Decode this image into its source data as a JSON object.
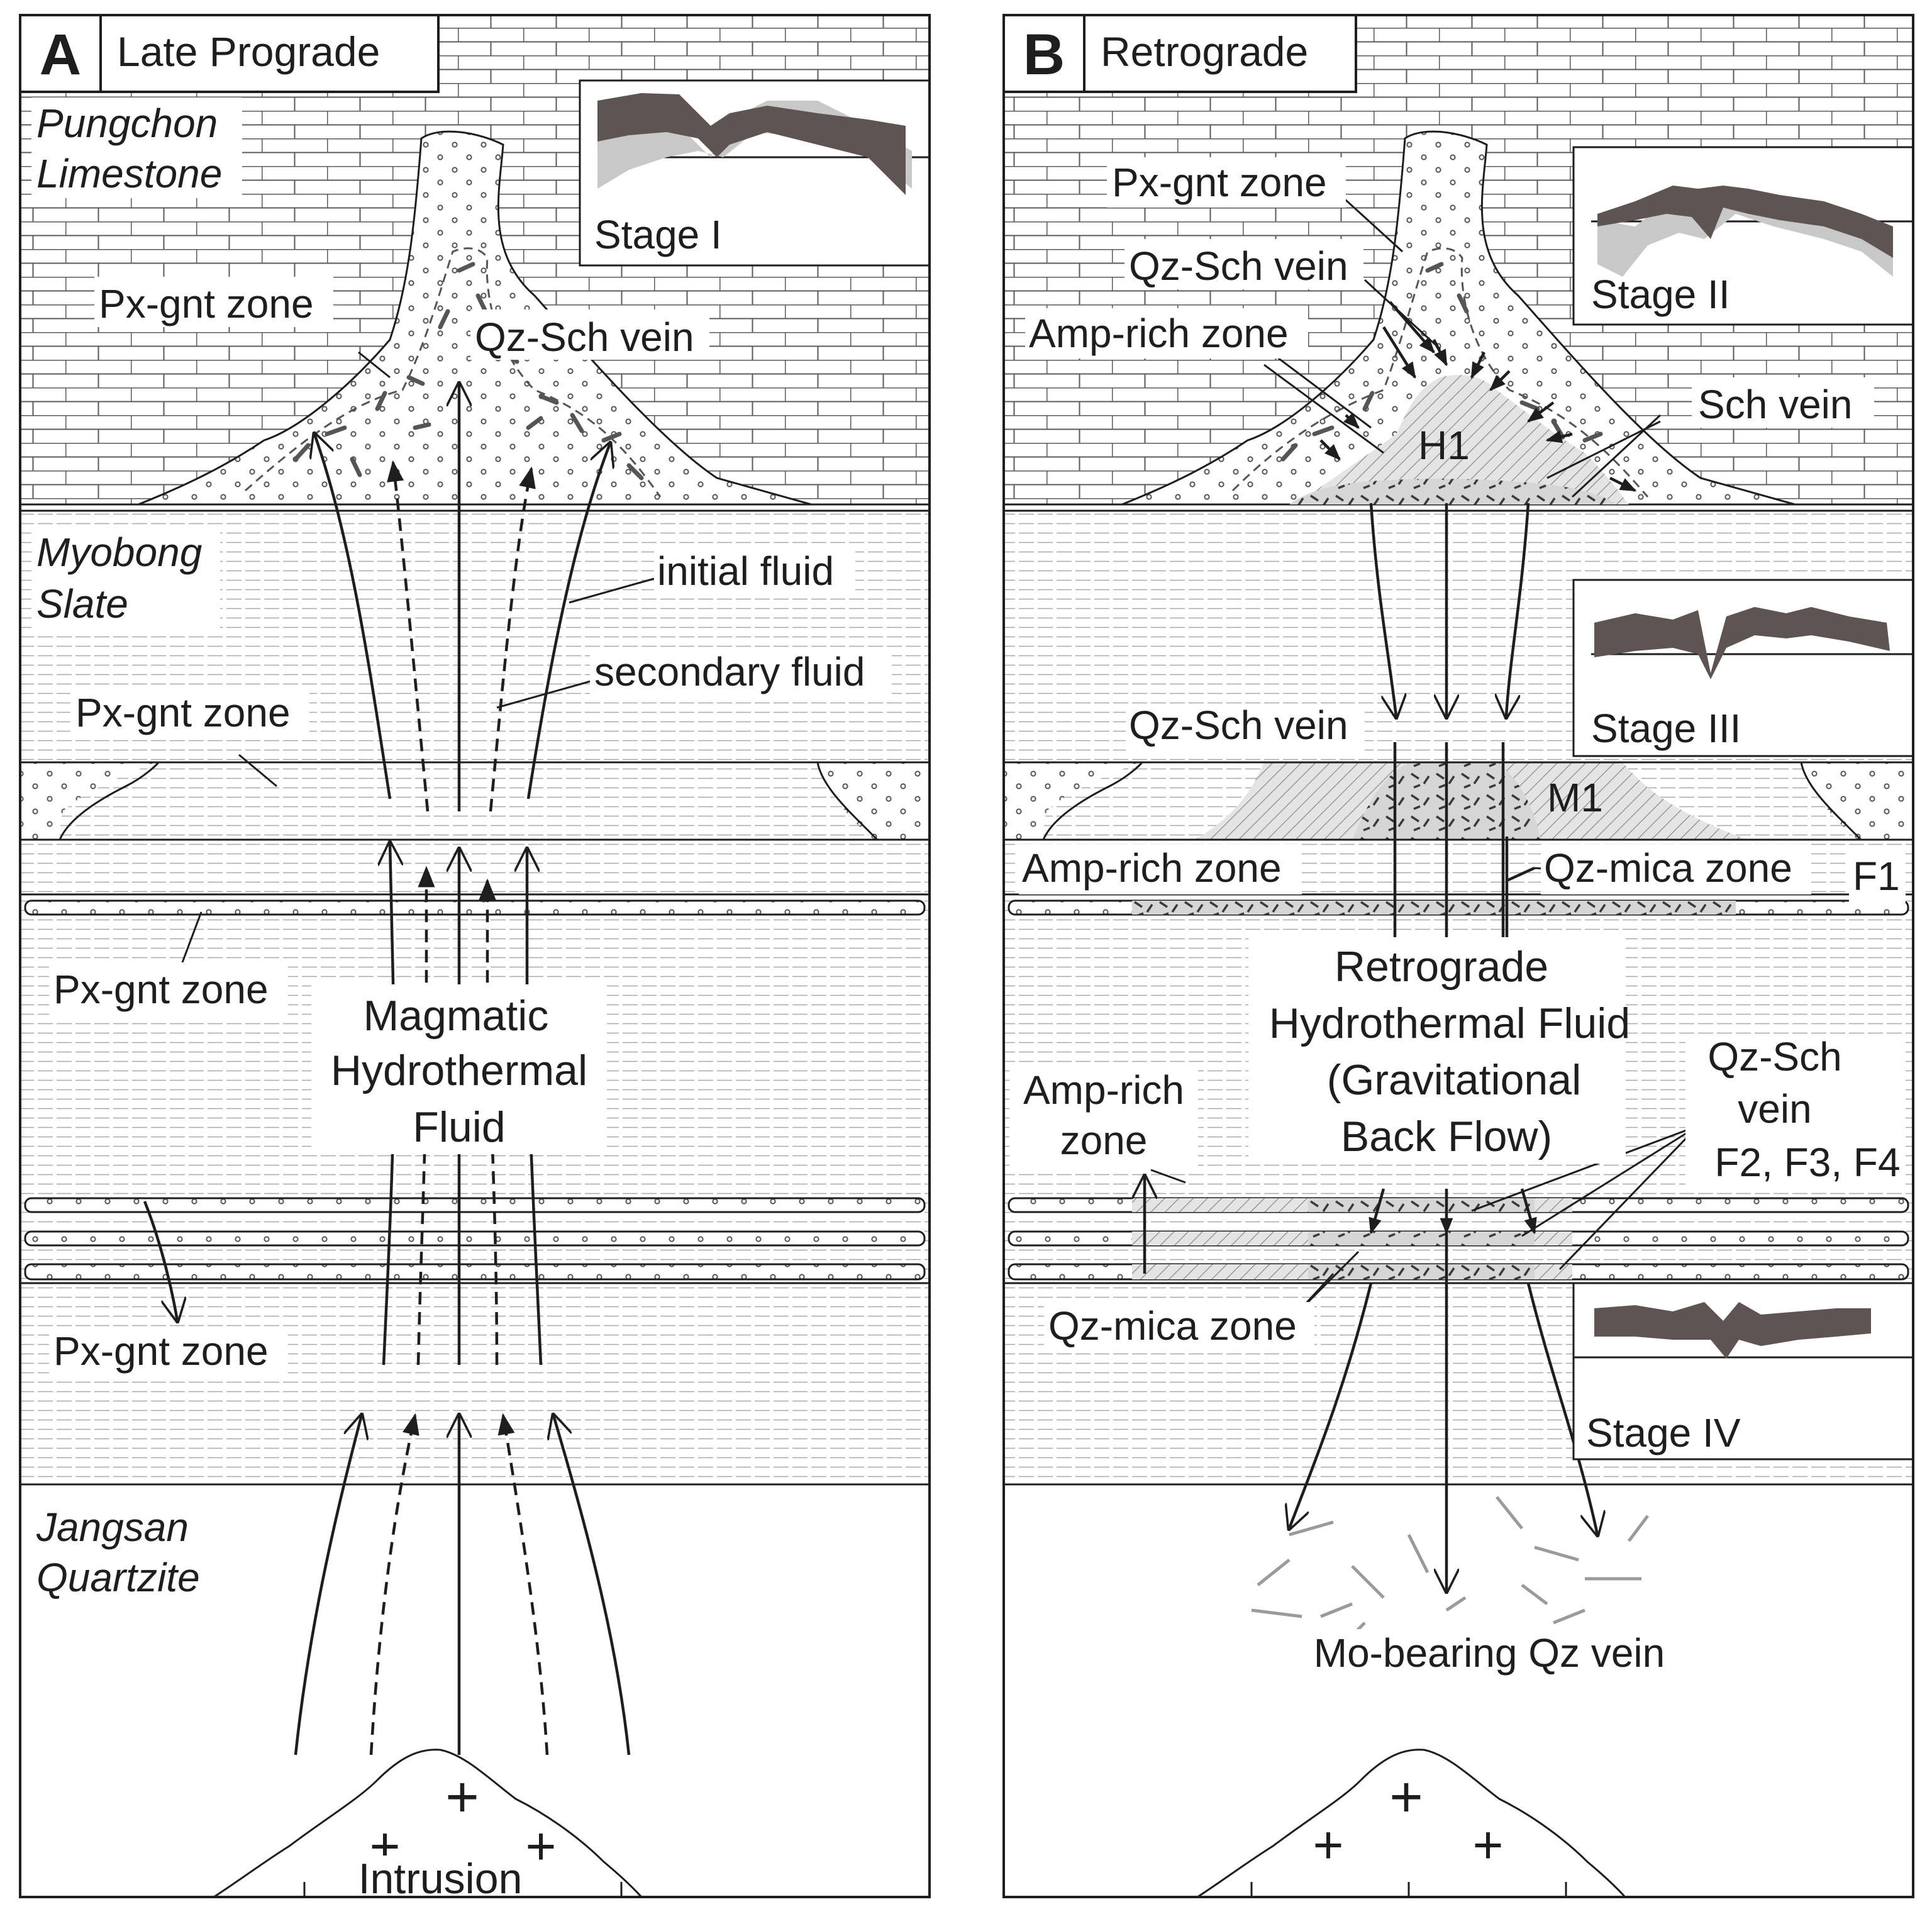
{
  "panels": [
    {
      "letter": "A",
      "title": "Late Prograde"
    },
    {
      "letter": "B",
      "title": "Retrograde"
    }
  ],
  "formations": {
    "limestone": [
      "Pungchon",
      "Limestone"
    ],
    "slate": [
      "Myobong",
      "Slate"
    ],
    "quartzite": [
      "Jangsan",
      "Quartzite"
    ]
  },
  "panel_a": {
    "px_gnt_zone": "Px-gnt zone",
    "qz_sch_vein": "Qz-Sch vein",
    "initial_fluid": "initial fluid",
    "secondary_fluid": "secondary fluid",
    "fluid": [
      "Magmatic",
      "Hydrothermal",
      "Fluid"
    ],
    "intrusion": "Intrusion",
    "stage": "Stage I"
  },
  "panel_b": {
    "px_gnt_zone": "Px-gnt zone",
    "qz_sch_vein": "Qz-Sch vein",
    "amp_rich_zone": "Amp-rich zone",
    "sch_vein": "Sch vein",
    "h1": "H1",
    "m1": "M1",
    "qz_mica_zone": "Qz-mica zone",
    "f1": "F1",
    "fluid": [
      "Retrograde",
      "Hydrothermal Fluid",
      "(Gravitational",
      "Back Flow)"
    ],
    "amp_rich_two_line": [
      "Amp-rich",
      "zone"
    ],
    "qz_sch_vein_three_line": [
      "Qz-Sch",
      "vein",
      "F2, F3, F4"
    ],
    "mo_vein": "Mo-bearing Qz vein",
    "stages": [
      "Stage II",
      "Stage III",
      "Stage IV"
    ]
  },
  "colors": {
    "ink": "#1e1e1e",
    "band_dark": "#5e5452",
    "band_light": "#c8c8c8",
    "hatch": "#8a8a8a"
  }
}
